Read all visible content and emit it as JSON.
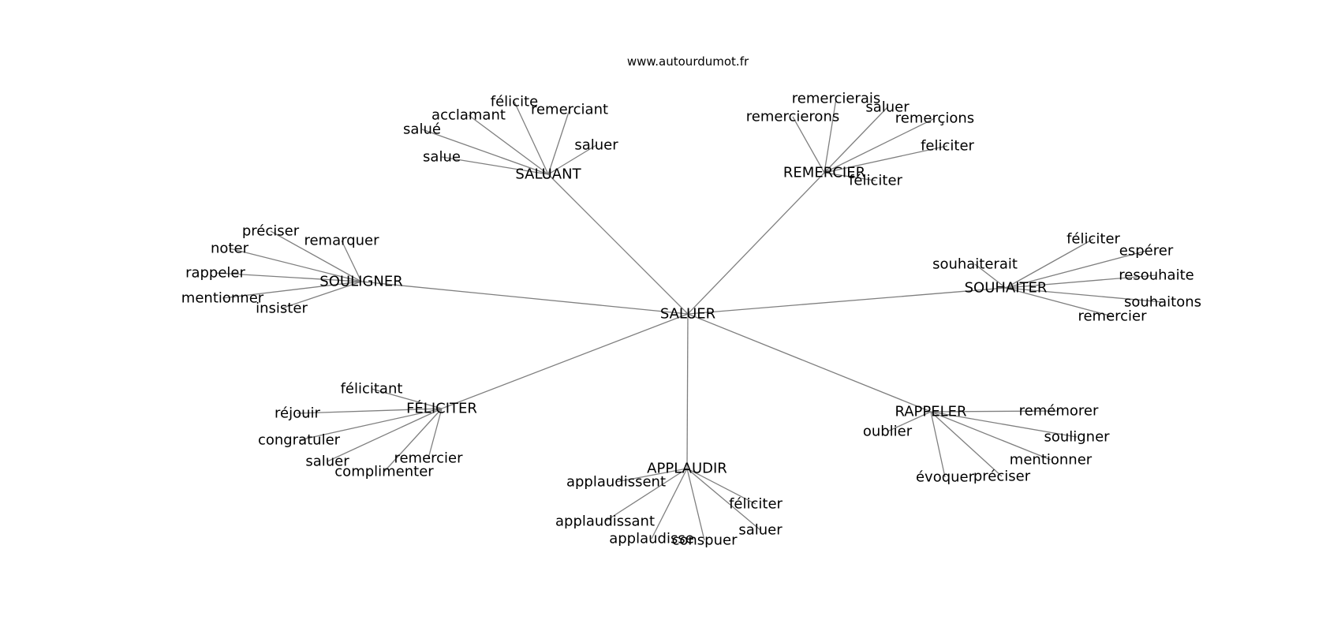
{
  "site": "www.autourdumot.fr",
  "root": "SALUER",
  "groups": [
    {
      "label": "SALUANT",
      "leaves": [
        "salue",
        "salué",
        "acclamant",
        "félicite",
        "remerciant",
        "saluer"
      ]
    },
    {
      "label": "REMERCIER",
      "leaves": [
        "remercierons",
        "remercierais",
        "saluer",
        "remerçions",
        "feliciter",
        "féliciter"
      ]
    },
    {
      "label": "SOULIGNER",
      "leaves": [
        "préciser",
        "remarquer",
        "noter",
        "rappeler",
        "mentionner",
        "insister"
      ]
    },
    {
      "label": "SOUHAITER",
      "leaves": [
        "souhaiterait",
        "féliciter",
        "espérer",
        "resouhaite",
        "souhaitons",
        "remercier"
      ]
    },
    {
      "label": "FÉLICITER",
      "leaves": [
        "félicitant",
        "réjouir",
        "congratuler",
        "saluer",
        "complimenter",
        "remercier"
      ]
    },
    {
      "label": "RAPPELER",
      "leaves": [
        "remémorer",
        "oublier",
        "souligner",
        "mentionner",
        "évoquer",
        "préciser"
      ]
    },
    {
      "label": "APPLAUDIR",
      "leaves": [
        "applaudissent",
        "applaudissant",
        "applaudisse",
        "conspuer",
        "féliciter",
        "saluer"
      ]
    }
  ]
}
